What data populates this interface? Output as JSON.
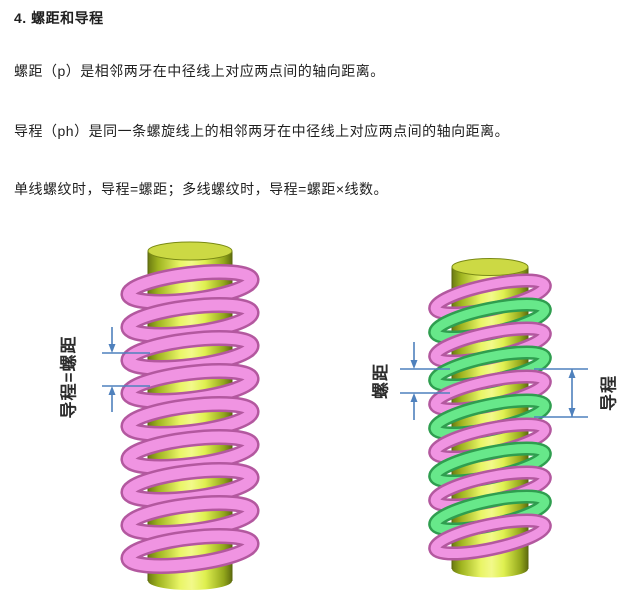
{
  "document": {
    "title": "4. 螺距和导程",
    "paragraphs": [
      "螺距（p）是相邻两牙在中径线上对应两点间的轴向距离。",
      "导程（ph）是同一条螺旋线上的相邻两牙在中径线上对应两点间的轴向距离。",
      "单线螺纹时，导程=螺距；多线螺纹时，导程=螺距×线数。"
    ]
  },
  "figures": {
    "left_type": "single-start-thread",
    "left_label": "导程=螺距",
    "right_type": "double-start-thread",
    "right_pitch_label": "螺距",
    "right_lead_label": "导程"
  },
  "colors": {
    "text": "#1f1f1f",
    "cylinder_light": "#eef77e",
    "cylinder_dark": "#8a9a1a",
    "helix_pink": "#f094e2",
    "helix_pink_dark": "#b3589f",
    "helix_green": "#67e88a",
    "helix_green_dark": "#2f9e4f",
    "dimension": "#4f81bd"
  }
}
